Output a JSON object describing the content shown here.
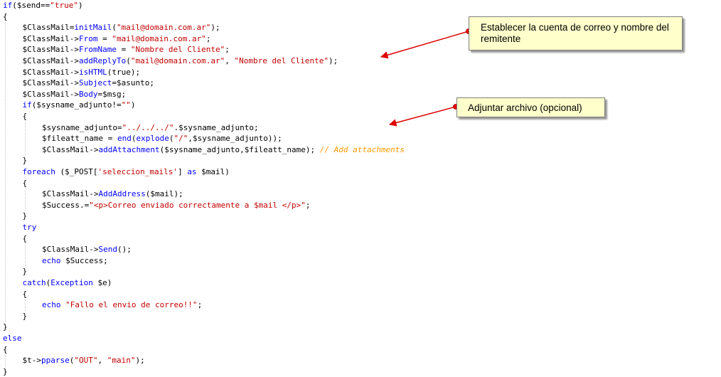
{
  "code_lines": [
    {
      "indent": 0,
      "tokens": [
        {
          "t": "if",
          "c": "keyword"
        },
        {
          "t": "($send==",
          "c": "default"
        },
        {
          "t": "\"true\"",
          "c": "string"
        },
        {
          "t": ")",
          "c": "default"
        }
      ]
    },
    {
      "indent": 0,
      "tokens": [
        {
          "t": "{",
          "c": "default"
        }
      ]
    },
    {
      "indent": 1,
      "tokens": [
        {
          "t": "$ClassMail=",
          "c": "default"
        },
        {
          "t": "initMail",
          "c": "method"
        },
        {
          "t": "(",
          "c": "default"
        },
        {
          "t": "\"mail@domain.com.ar\"",
          "c": "string"
        },
        {
          "t": ");",
          "c": "default"
        }
      ]
    },
    {
      "indent": 1,
      "tokens": [
        {
          "t": "$ClassMail->",
          "c": "default"
        },
        {
          "t": "From",
          "c": "method"
        },
        {
          "t": " = ",
          "c": "default"
        },
        {
          "t": "\"mail@domain.com.ar\"",
          "c": "string"
        },
        {
          "t": ";",
          "c": "default"
        }
      ]
    },
    {
      "indent": 1,
      "tokens": [
        {
          "t": "$ClassMail->",
          "c": "default"
        },
        {
          "t": "FromName",
          "c": "method"
        },
        {
          "t": " = ",
          "c": "default"
        },
        {
          "t": "\"Nombre del Cliente\"",
          "c": "string"
        },
        {
          "t": ";",
          "c": "default"
        }
      ]
    },
    {
      "indent": 1,
      "tokens": [
        {
          "t": "$ClassMail->",
          "c": "default"
        },
        {
          "t": "addReplyTo",
          "c": "method"
        },
        {
          "t": "(",
          "c": "default"
        },
        {
          "t": "\"mail@domain.com.ar\"",
          "c": "string"
        },
        {
          "t": ", ",
          "c": "default"
        },
        {
          "t": "\"Nombre del Cliente\"",
          "c": "string"
        },
        {
          "t": ");",
          "c": "default"
        }
      ]
    },
    {
      "indent": 1,
      "tokens": [
        {
          "t": "$ClassMail->",
          "c": "default"
        },
        {
          "t": "isHTML",
          "c": "method"
        },
        {
          "t": "(true);",
          "c": "default"
        }
      ]
    },
    {
      "indent": 1,
      "tokens": [
        {
          "t": "$ClassMail->",
          "c": "default"
        },
        {
          "t": "Subject",
          "c": "method"
        },
        {
          "t": "=$asunto;",
          "c": "default"
        }
      ]
    },
    {
      "indent": 1,
      "tokens": [
        {
          "t": "$ClassMail->",
          "c": "default"
        },
        {
          "t": "Body",
          "c": "method"
        },
        {
          "t": "=$msg;",
          "c": "default"
        }
      ]
    },
    {
      "indent": 1,
      "tokens": [
        {
          "t": "if",
          "c": "keyword"
        },
        {
          "t": "($sysname_adjunto!=",
          "c": "default"
        },
        {
          "t": "\"\"",
          "c": "string"
        },
        {
          "t": ")",
          "c": "default"
        }
      ]
    },
    {
      "indent": 1,
      "tokens": [
        {
          "t": "{",
          "c": "default"
        }
      ]
    },
    {
      "indent": 2,
      "tokens": [
        {
          "t": "$sysname_adjunto=",
          "c": "default"
        },
        {
          "t": "\"../../../\"",
          "c": "string"
        },
        {
          "t": ".$sysname_adjunto;",
          "c": "default"
        }
      ]
    },
    {
      "indent": 2,
      "tokens": [
        {
          "t": "$fileatt_name = ",
          "c": "default"
        },
        {
          "t": "end",
          "c": "keyword"
        },
        {
          "t": "(",
          "c": "default"
        },
        {
          "t": "explode",
          "c": "keyword"
        },
        {
          "t": "(",
          "c": "default"
        },
        {
          "t": "\"/\"",
          "c": "string"
        },
        {
          "t": ",$sysname_adjunto));",
          "c": "default"
        }
      ]
    },
    {
      "indent": 2,
      "tokens": [
        {
          "t": "$ClassMail->",
          "c": "default"
        },
        {
          "t": "addAttachment",
          "c": "method"
        },
        {
          "t": "($sysname_adjunto,$fileatt_name); ",
          "c": "default"
        },
        {
          "t": "// Add attachments",
          "c": "comment"
        }
      ]
    },
    {
      "indent": 1,
      "tokens": [
        {
          "t": "}",
          "c": "default"
        }
      ]
    },
    {
      "indent": 1,
      "tokens": [
        {
          "t": "foreach",
          "c": "keyword"
        },
        {
          "t": " ($_POST[",
          "c": "default"
        },
        {
          "t": "'seleccion_mails'",
          "c": "string"
        },
        {
          "t": "] ",
          "c": "default"
        },
        {
          "t": "as",
          "c": "keyword"
        },
        {
          "t": " $mail)",
          "c": "default"
        }
      ]
    },
    {
      "indent": 1,
      "tokens": [
        {
          "t": "{",
          "c": "default"
        }
      ]
    },
    {
      "indent": 2,
      "tokens": [
        {
          "t": "$ClassMail->",
          "c": "default"
        },
        {
          "t": "AddAddress",
          "c": "method"
        },
        {
          "t": "($mail);",
          "c": "default"
        }
      ]
    },
    {
      "indent": 2,
      "tokens": [
        {
          "t": "$Success.=",
          "c": "default"
        },
        {
          "t": "\"<p>Correo enviado correctamente a $mail </p>\"",
          "c": "string"
        },
        {
          "t": ";",
          "c": "default"
        }
      ]
    },
    {
      "indent": 1,
      "tokens": [
        {
          "t": "}",
          "c": "default"
        }
      ]
    },
    {
      "indent": 1,
      "tokens": [
        {
          "t": "try",
          "c": "keyword"
        }
      ]
    },
    {
      "indent": 1,
      "tokens": [
        {
          "t": "{",
          "c": "default"
        }
      ]
    },
    {
      "indent": 2,
      "tokens": [
        {
          "t": "$ClassMail->",
          "c": "default"
        },
        {
          "t": "Send",
          "c": "method"
        },
        {
          "t": "();",
          "c": "default"
        }
      ]
    },
    {
      "indent": 2,
      "tokens": [
        {
          "t": "echo",
          "c": "keyword"
        },
        {
          "t": " $Success;",
          "c": "default"
        }
      ]
    },
    {
      "indent": 1,
      "tokens": [
        {
          "t": "}",
          "c": "default"
        }
      ]
    },
    {
      "indent": 1,
      "tokens": [
        {
          "t": "catch",
          "c": "keyword"
        },
        {
          "t": "(",
          "c": "default"
        },
        {
          "t": "Exception",
          "c": "keyword"
        },
        {
          "t": " $e)",
          "c": "default"
        }
      ]
    },
    {
      "indent": 1,
      "tokens": [
        {
          "t": "{",
          "c": "default"
        }
      ]
    },
    {
      "indent": 2,
      "tokens": [
        {
          "t": "echo",
          "c": "keyword"
        },
        {
          "t": " ",
          "c": "default"
        },
        {
          "t": "\"Fallo el envio de correo!!\"",
          "c": "string"
        },
        {
          "t": ";",
          "c": "default"
        }
      ]
    },
    {
      "indent": 1,
      "tokens": [
        {
          "t": "}",
          "c": "default"
        }
      ]
    },
    {
      "indent": 0,
      "tokens": [
        {
          "t": "}",
          "c": "default"
        }
      ]
    },
    {
      "indent": 0,
      "tokens": [
        {
          "t": "else",
          "c": "keyword"
        }
      ]
    },
    {
      "indent": 0,
      "tokens": [
        {
          "t": "{",
          "c": "default"
        }
      ]
    },
    {
      "indent": 1,
      "tokens": [
        {
          "t": "$t->",
          "c": "default"
        },
        {
          "t": "pparse",
          "c": "method"
        },
        {
          "t": "(",
          "c": "default"
        },
        {
          "t": "\"OUT\"",
          "c": "string"
        },
        {
          "t": ", ",
          "c": "default"
        },
        {
          "t": "\"main\"",
          "c": "string"
        },
        {
          "t": ");",
          "c": "default"
        }
      ]
    },
    {
      "indent": 0,
      "tokens": [
        {
          "t": "}",
          "c": "default"
        }
      ]
    }
  ],
  "callouts": [
    {
      "text": "Establecer la cuenta de correo y nombre del remitente"
    },
    {
      "text": "Adjuntar archivo (opcional)"
    }
  ],
  "colors": {
    "arrow": "#dd0000",
    "callout_bg": "#ffffcc",
    "string": "#c00000",
    "keyword": "#0000ff",
    "comment": "#ff9900"
  }
}
